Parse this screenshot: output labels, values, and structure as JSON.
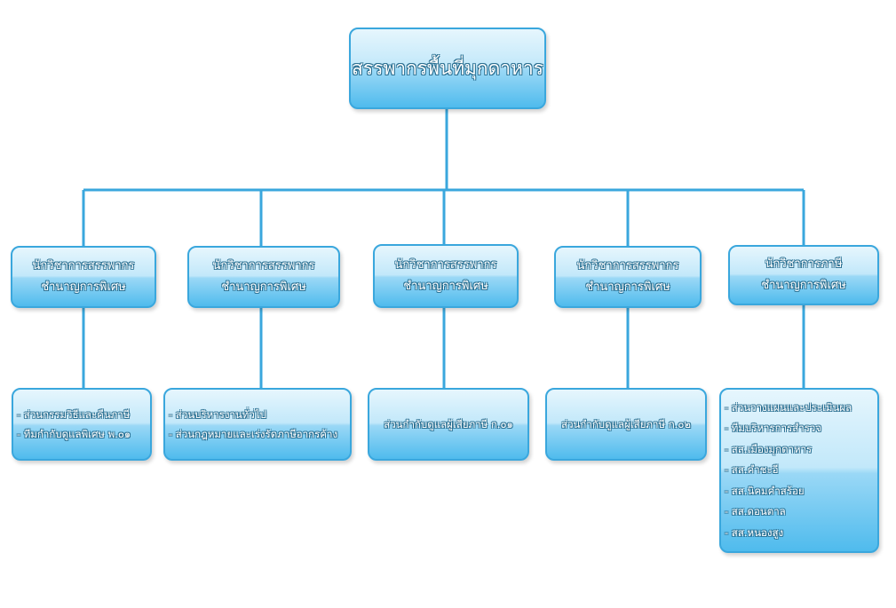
{
  "diagram": {
    "root": {
      "title": "สรรพากรพื้นที่มุกดาหาร"
    },
    "branches": [
      {
        "title": [
          "นักวิชาการสรรพากร",
          "ชำนาญการพิเศษ"
        ],
        "units": [
          "- ส่วนกรรมวิธีและคืนภาษี",
          "- ทีมกำกับดูแลพิเศษ พ.๐๑"
        ]
      },
      {
        "title": [
          "นักวิชาการสรรพากร",
          "ชำนาญการพิเศษ"
        ],
        "units": [
          "- ส่วนบริหารงานทั่วไป",
          "- ส่วนกฎหมายและเร่งรัดภาษีอากรค้าง"
        ]
      },
      {
        "title": [
          "นักวิชาการสรรพากร",
          "ชำนาญการพิเศษ"
        ],
        "units": [
          "ส่วนกำกับดูแลผู้เสียภาษี ก.๐๑"
        ]
      },
      {
        "title": [
          "นักวิชาการสรรพากร",
          "ชำนาญการพิเศษ"
        ],
        "units": [
          "ส่วนกำกับดูแลผู้เสียภาษี ก.๐๒"
        ]
      },
      {
        "title": [
          "นักวิชาการภาษี",
          "ชำนาญการพิเศษ"
        ],
        "units": [
          "- ส่วนวางแผนและประเมินผล",
          "- ทีมบริหารการสำรวจ",
          "- สส.เมืองมุกดาหาร",
          "- สส.คำชะอี",
          "- สส.นิคมคำสร้อย",
          "- สส.ดอนตาล",
          "- สส.หนองสูง"
        ]
      }
    ]
  }
}
